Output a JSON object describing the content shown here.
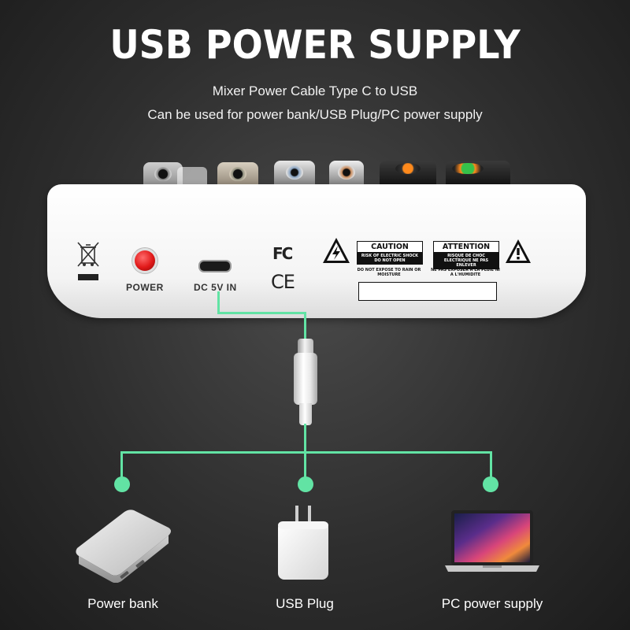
{
  "header": {
    "title": "USB POWER SUPPLY",
    "subtitle1": "Mixer Power Cable Type C to USB",
    "subtitle2": "Can be used for power bank/USB Plug/PC power supply"
  },
  "mixer_panel": {
    "power_label": "POWER",
    "dc_label": "DC 5V IN",
    "fc_mark": "FC",
    "ce_mark": "CE",
    "caution": {
      "heading": "CAUTION",
      "band": "RISK OF ELECTRIC SHOCK DO NOT OPEN",
      "note": "DO NOT EXPOSE TO RAIN OR MOISTURE"
    },
    "attention": {
      "heading": "ATTENTION",
      "band": "RISQUE DE CHOC ELECTRIQUE NE PAS ENLEVER",
      "note": "NE PAS EXPOSER A LA PLUIE NI A L'HUMIDITE"
    }
  },
  "devices": [
    {
      "label": "Power bank",
      "icon": "power-bank-icon"
    },
    {
      "label": "USB Plug",
      "icon": "usb-plug-icon"
    },
    {
      "label": "PC power supply",
      "icon": "laptop-icon"
    }
  ],
  "colors": {
    "accent_line": "#62e3a4",
    "background": "#333333",
    "power_button": "#e01818"
  }
}
